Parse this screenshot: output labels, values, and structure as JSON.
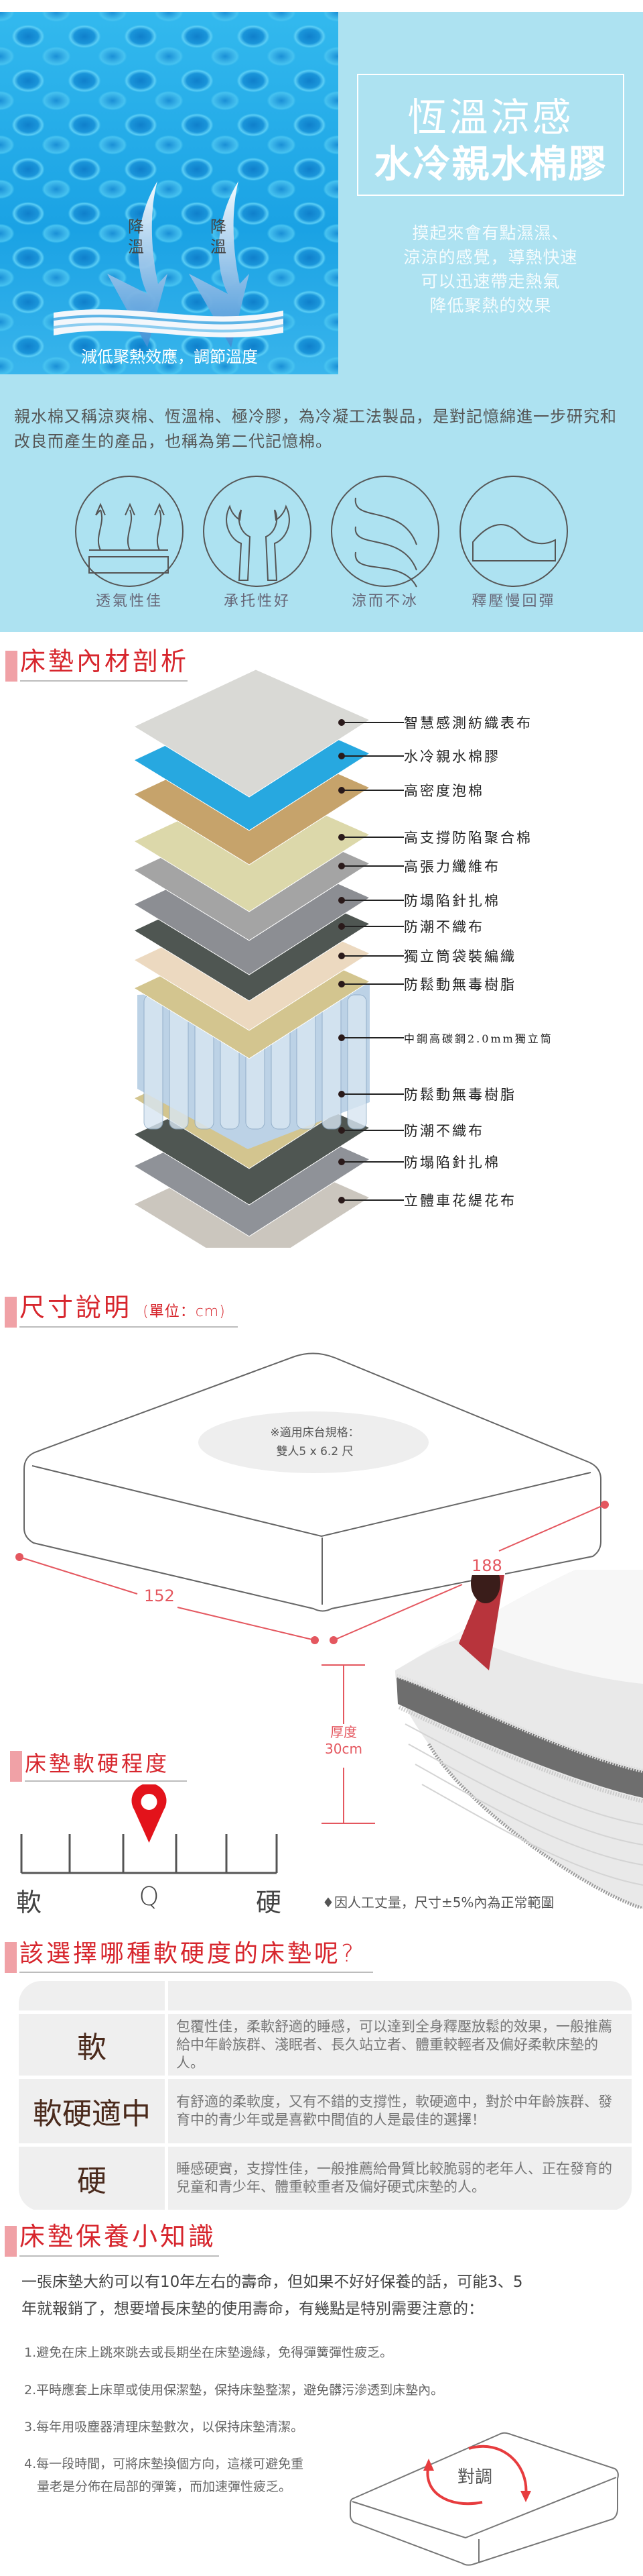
{
  "hero": {
    "title_light": "恆溫涼感",
    "title_bold": "水冷親水棉膠",
    "arrow_labels": [
      "降溫",
      "降溫"
    ],
    "caption": "減低聚熱效應，調節溫度",
    "body_lines": [
      "摸起來會有點濕濕、",
      "涼涼的感覺，導熱快速",
      "可以迅速帶走熱氣",
      "降低聚熱的效果"
    ]
  },
  "intro": {
    "text_lines": [
      "親水棉又稱涼爽棉、恆溫棉、極冷膠，為冷凝工法製品，是對記憶綿進一步研究和",
      "改良而產生的產品，也稱為第二代記憶棉。"
    ],
    "features": [
      {
        "label": "透氣性佳",
        "icon": "breathable-arrows-icon"
      },
      {
        "label": "承托性好",
        "icon": "support-hands-icon"
      },
      {
        "label": "涼而不冰",
        "icon": "cool-waves-icon"
      },
      {
        "label": "釋壓慢回彈",
        "icon": "slow-rebound-icon"
      }
    ]
  },
  "layers_section": {
    "title": "床墊內材剖析",
    "layers": [
      {
        "label": "智慧感測紡織表布",
        "color": "#d9d9d5"
      },
      {
        "label": "水冷親水棉膠",
        "color": "#27a8e0"
      },
      {
        "label": "高密度泡棉",
        "color": "#c6a36b"
      },
      {
        "label": "高支撐防陷聚合棉",
        "color": "#dcd8aa"
      },
      {
        "label": "高張力纖維布",
        "color": "#a4a4a4"
      },
      {
        "label": "防塌陷針扎棉",
        "color": "#8c8e93"
      },
      {
        "label": "防潮不織布",
        "color": "#4f5652"
      },
      {
        "label": "獨立筒袋裝編織",
        "color": "#ecd9c0"
      },
      {
        "label": "防鬆動無毒樹脂",
        "color": "#d3c58f"
      },
      {
        "label": "中鋼高碳鋼2.0mm獨立筒",
        "color": "#bcd2e6"
      },
      {
        "label": "防鬆動無毒樹脂",
        "color": "#d3c58f"
      },
      {
        "label": "防潮不織布",
        "color": "#4f5652"
      },
      {
        "label": "防塌陷針扎棉",
        "color": "#8f9298"
      },
      {
        "label": "立體車花緹花布",
        "color": "#cbc6be"
      }
    ]
  },
  "size": {
    "title": "尺寸說明",
    "unit": "(單位：cm)",
    "note_lines": [
      "※適用床台規格：",
      "雙人5 x 6.2 尺"
    ],
    "width": "152",
    "length": "188",
    "thickness_label": "厚度",
    "thickness": "30cm",
    "footnote": "因人工丈量，尺寸±5%內為正常範圍"
  },
  "firmness": {
    "title": "床墊軟硬程度",
    "soft": "軟",
    "marker": "Q",
    "hard": "硬",
    "position": 0.5
  },
  "guide": {
    "title": "該選擇哪種軟硬度的床墊呢?",
    "rows": [
      {
        "label": "軟",
        "desc": "包覆性佳，柔軟舒適的睡感，可以達到全身釋壓放鬆的效果，一般推薦給中年齡族群、淺眠者、長久站立者、體重較輕者及偏好柔軟床墊的人。"
      },
      {
        "label": "軟硬適中",
        "desc": "有舒適的柔軟度，又有不錯的支撐性，軟硬適中，對於中年齡族群、發育中的青少年或是喜歡中間值的人是最佳的選擇！"
      },
      {
        "label": "硬",
        "desc": "睡感硬實，支撐性佳，一般推薦給骨質比較脆弱的老年人、正在發育的兒童和青少年、體重較重者及偏好硬式床墊的人。"
      }
    ]
  },
  "care": {
    "title": "床墊保養小知識",
    "intro_lines": [
      "一張床墊大約可以有10年左右的壽命，但如果不好好保養的話，可能3、5",
      "年就報銷了，想要增長床墊的使用壽命，有幾點是特別需要注意的："
    ],
    "items": [
      "1.避免在床上跳來跳去或長期坐在床墊邊緣，免得彈簧彈性疲乏。",
      "2.平時應套上床單或使用保潔墊，保持床墊整潔，避免髒污滲透到床墊內。",
      "3.每年用吸塵器清理床墊數次，以保持床墊清潔。",
      "4.每一段時間，可將床墊換個方向，這樣可避免重"
    ],
    "item4_line2": "量老是分佈在局部的彈簧，而加速彈性疲乏。",
    "rotate_label": "對調"
  },
  "colors": {
    "accent_red": "#d7262d",
    "section_bar": "#f0a1a6",
    "panel_blue": "#ade2f1",
    "dimension_pink": "#e4575f"
  }
}
